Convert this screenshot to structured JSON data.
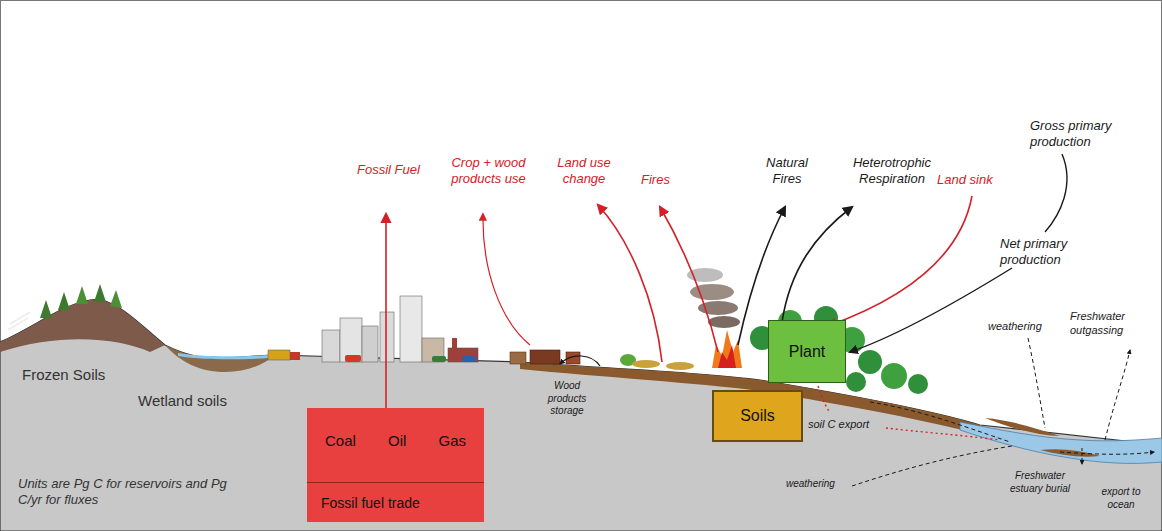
{
  "diagram": {
    "nodes": [
      {
        "text": [
          "Coal",
          "Oil",
          "Gas"
        ]
      },
      {
        "text": [
          "Fossil fuel trade"
        ]
      },
      {
        "text": [
          "Plant"
        ]
      },
      {
        "text": [
          "Soils"
        ]
      }
    ],
    "labels": [
      "Fossil Fuel",
      "Crop + wood products use",
      "Land use change",
      "Fires",
      "Natural Fires",
      "Heterotrophic Respiration",
      "Land sink",
      "Gross primary production",
      "Net primary production",
      "weathering",
      "Freshwater outgassing",
      "Frozen Soils",
      "Wetland soils",
      "Wood products storage",
      "soil C export",
      "weathering",
      "Freshwater estuary burial",
      "export to ocean",
      "Units are Pg C for reservoirs and Pg C/yr for fluxes"
    ]
  }
}
